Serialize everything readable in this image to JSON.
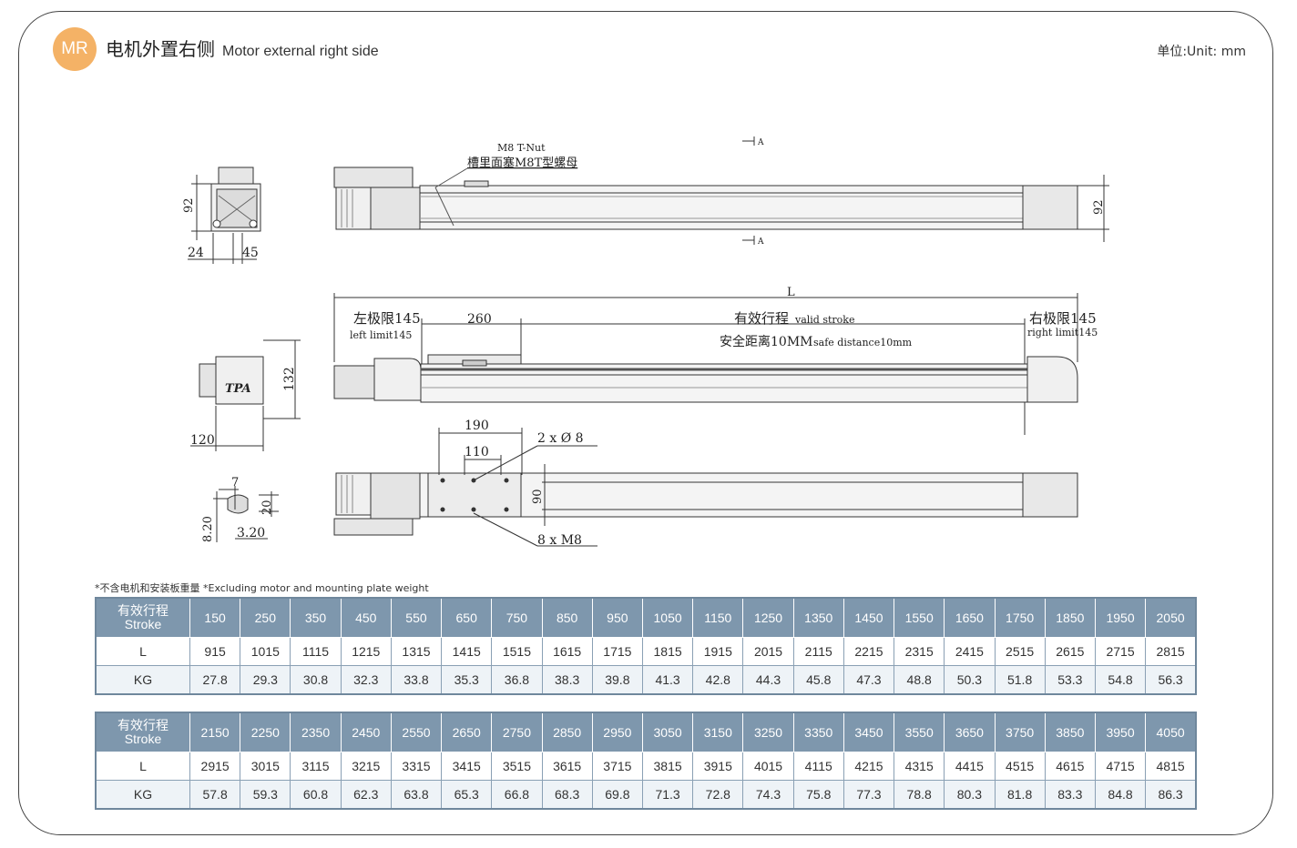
{
  "header": {
    "badge": "MR",
    "title_cn": "电机外置右侧",
    "title_en": "Motor external right side",
    "unit": "单位:Unit: mm"
  },
  "drawing": {
    "t_nut_en": "M8 T-Nut",
    "t_nut_cn": "槽里面塞M8T型螺母",
    "section_mark": "A",
    "dim_92": "92",
    "dim_24": "24",
    "dim_45": "45",
    "dim_L": "L",
    "left_limit_cn": "左极限145",
    "left_limit_en": "left limit145",
    "dim_260": "260",
    "valid_stroke_cn": "有效行程",
    "valid_stroke_en": "valid stroke",
    "safe_cn": "安全距离10MM",
    "safe_en": "safe distance10mm",
    "right_limit_cn": "右极限145",
    "right_limit_en": "right limit145",
    "dim_132": "132",
    "dim_120": "120",
    "logo": "TPA",
    "dim_190": "190",
    "dim_110": "110",
    "holes": "2 x Ø 8",
    "dim_90": "90",
    "screws": "8 x  M8",
    "dim_7": "7",
    "dim_20": "20",
    "dim_820": "8.20",
    "dim_320": "3.20"
  },
  "note": "*不含电机和安装板重量 *Excluding motor and mounting plate weight",
  "table1": {
    "head_cn": "有效行程",
    "head_en": "Stroke",
    "row_L": "L",
    "row_KG": "KG",
    "stroke": [
      "150",
      "250",
      "350",
      "450",
      "550",
      "650",
      "750",
      "850",
      "950",
      "1050",
      "1150",
      "1250",
      "1350",
      "1450",
      "1550",
      "1650",
      "1750",
      "1850",
      "1950",
      "2050"
    ],
    "L": [
      "915",
      "1015",
      "1115",
      "1215",
      "1315",
      "1415",
      "1515",
      "1615",
      "1715",
      "1815",
      "1915",
      "2015",
      "2115",
      "2215",
      "2315",
      "2415",
      "2515",
      "2615",
      "2715",
      "2815"
    ],
    "KG": [
      "27.8",
      "29.3",
      "30.8",
      "32.3",
      "33.8",
      "35.3",
      "36.8",
      "38.3",
      "39.8",
      "41.3",
      "42.8",
      "44.3",
      "45.8",
      "47.3",
      "48.8",
      "50.3",
      "51.8",
      "53.3",
      "54.8",
      "56.3"
    ]
  },
  "table2": {
    "head_cn": "有效行程",
    "head_en": "Stroke",
    "row_L": "L",
    "row_KG": "KG",
    "stroke": [
      "2150",
      "2250",
      "2350",
      "2450",
      "2550",
      "2650",
      "2750",
      "2850",
      "2950",
      "3050",
      "3150",
      "3250",
      "3350",
      "3450",
      "3550",
      "3650",
      "3750",
      "3850",
      "3950",
      "4050"
    ],
    "L": [
      "2915",
      "3015",
      "3115",
      "3215",
      "3315",
      "3415",
      "3515",
      "3615",
      "3715",
      "3815",
      "3915",
      "4015",
      "4115",
      "4215",
      "4315",
      "4415",
      "4515",
      "4615",
      "4715",
      "4815"
    ],
    "KG": [
      "57.8",
      "59.3",
      "60.8",
      "62.3",
      "63.8",
      "65.3",
      "66.8",
      "68.3",
      "69.8",
      "71.3",
      "72.8",
      "74.3",
      "75.8",
      "77.3",
      "78.8",
      "80.3",
      "81.8",
      "83.3",
      "84.8",
      "86.3"
    ]
  }
}
